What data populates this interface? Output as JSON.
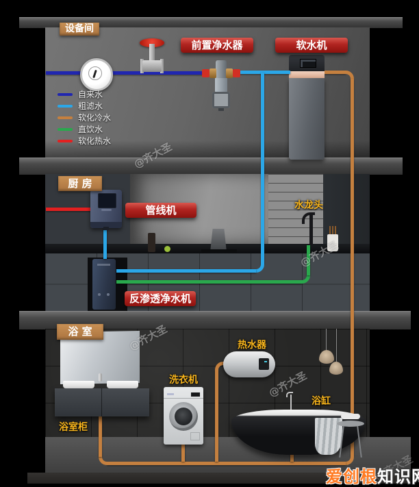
{
  "watermark": {
    "text": "@齐大圣"
  },
  "site_logo": {
    "highlight": "爱创根",
    "rest": "知识网"
  },
  "rooms": {
    "equipment": {
      "label": "设备间"
    },
    "kitchen": {
      "label": "厨 房"
    },
    "bathroom": {
      "label": "浴 室"
    }
  },
  "legend": {
    "items": [
      {
        "label": "自来水",
        "color": "#2026b0"
      },
      {
        "label": "粗滤水",
        "color": "#2ba7e8"
      },
      {
        "label": "软化冷水",
        "color": "#c5803f"
      },
      {
        "label": "直饮水",
        "color": "#2aa84d"
      },
      {
        "label": "软化热水",
        "color": "#e32020"
      }
    ]
  },
  "device_labels": {
    "prefilter": "前置净水器",
    "softener": "软水机",
    "pipeline_machine": "管线机",
    "ro_purifier": "反渗透净水机"
  },
  "annotations": {
    "faucet": "水龙头",
    "water_heater": "热水器",
    "washing_machine": "洗衣机",
    "bathtub": "浴缸",
    "vanity_cabinet": "浴室柜"
  },
  "pipe_colors": {
    "tap_water": "#2026b0",
    "coarse_filtered": "#2ba7e8",
    "softened_cold": "#c5803f",
    "drinking_water": "#2aa84d",
    "softened_hot": "#e32020"
  }
}
